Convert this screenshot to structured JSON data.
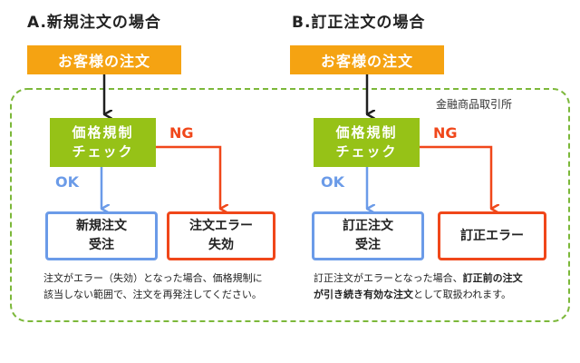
{
  "colors": {
    "orange": "#f5a312",
    "green": "#96c217",
    "blue": "#6b9be8",
    "red": "#f0471a",
    "dashed_border": "#7cb83a"
  },
  "section_a": {
    "title": "A.新規注文の場合",
    "order_box": "お客様の注文",
    "check_box": [
      "価格規制",
      "チェック"
    ],
    "ok_label": "OK",
    "ng_label": "NG",
    "ok_result": [
      "新規注文",
      "受注"
    ],
    "ng_result": [
      "注文エラー",
      "失効"
    ],
    "note_lines": [
      "注文がエラー（失効）となった場合、価格規制に",
      "該当しない範囲で、注文を再発注してください。"
    ]
  },
  "section_b": {
    "title": "B.訂正注文の場合",
    "order_box": "お客様の注文",
    "check_box": [
      "価格規制",
      "チェック"
    ],
    "ok_label": "OK",
    "ng_label": "NG",
    "ok_result": [
      "訂正注文",
      "受注"
    ],
    "ng_result": "訂正エラー",
    "note": {
      "line1_plain": "訂正注文がエラーとなった場合、",
      "line1_bold": "訂正前の注文",
      "line2_bold": "が引き続き有効な注文",
      "line2_plain": "として取扱われます。"
    }
  },
  "exchange_label": "金融商品取引所"
}
